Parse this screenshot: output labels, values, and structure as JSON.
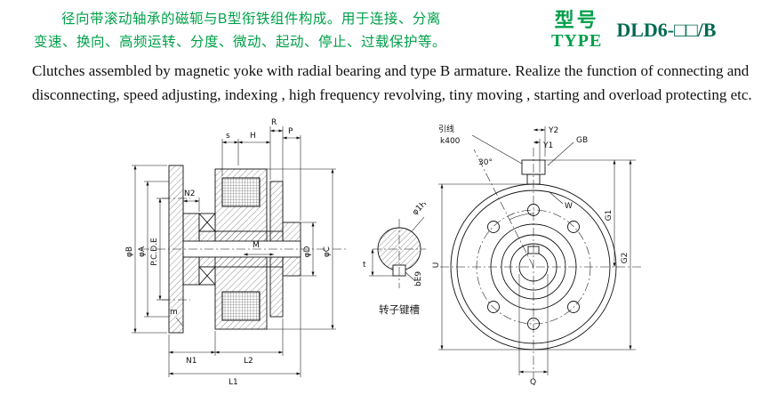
{
  "header": {
    "cn_line1": "径向带滚动轴承的磁轭与B型衔铁组件构成。用于连接、分离",
    "cn_line2": "变速、换向、高频运转、分度、微动、起动、停止、过载保护等。",
    "type_cn": "型号",
    "type_en": "TYPE",
    "model": "DLD6-□□/B",
    "accent_color": "#00a04a",
    "model_color": "#006a52"
  },
  "description": {
    "en_line1": "Clutches assembled by magnetic yoke with radial bearing and type B armature. Realize the function of connecting and",
    "en_line2": "disconnecting, speed adjusting, indexing , high frequency revolving, tiny moving , starting and overload protecting etc."
  },
  "section_view": {
    "labels": {
      "s": "s",
      "H": "H",
      "R": "R",
      "P": "P",
      "N2": "N2",
      "phiB": "φB",
      "phiA": "φA",
      "pcde": "P.C.D.E",
      "M": "M",
      "phiD": "φD",
      "phiC": "φC",
      "m": "m",
      "N1": "N1",
      "L2": "L2",
      "L1": "L1"
    }
  },
  "keyway_detail": {
    "labels": {
      "bore": "φ1H7",
      "width": "bE9",
      "t": "t"
    },
    "caption": "转子键槽"
  },
  "front_view": {
    "labels": {
      "lead": "引线",
      "lead_len": "k400",
      "angle": "30°",
      "Y2": "Y2",
      "Y1": "Y1",
      "GB": "GB",
      "W": "W",
      "G1": "G1",
      "G2": "G2",
      "U": "U",
      "Q": "Q"
    }
  }
}
